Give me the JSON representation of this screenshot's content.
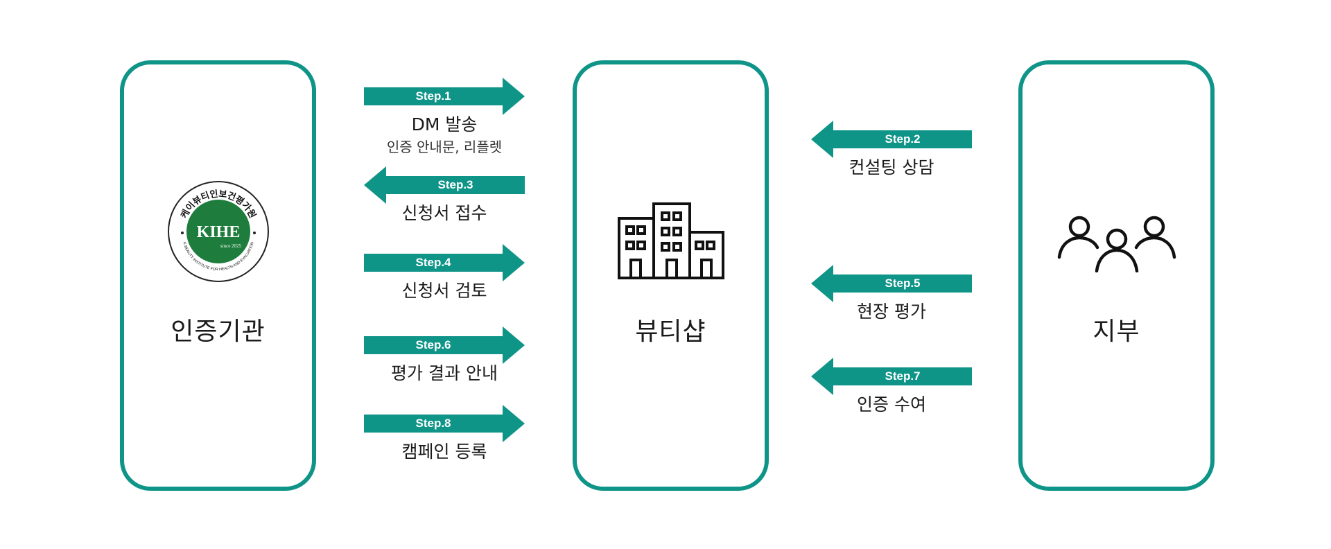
{
  "colors": {
    "teal": "#0f9488",
    "logo_green": "#1e7d3c",
    "text": "#1a1a1a"
  },
  "entities": {
    "certification_body": {
      "label": "인증기관",
      "icon": "kihe-logo"
    },
    "beauty_shop": {
      "label": "뷰티샵",
      "icon": "building-icon"
    },
    "branch": {
      "label": "지부",
      "icon": "people-group-icon"
    }
  },
  "logo": {
    "arc_top": "케이뷰티인보건평가원",
    "acronym": "KIHE",
    "since": "since 2025",
    "arc_bottom": "K-BEAUTY INSTITUTE FOR HEALTH AND EVALUATION"
  },
  "steps": [
    {
      "id": "step1",
      "step": "Step.1",
      "caption": "DM 발송",
      "subcaption": "인증 안내문, 리플렛",
      "direction": "right"
    },
    {
      "id": "step2",
      "step": "Step.2",
      "caption": "컨설팅 상담",
      "direction": "left"
    },
    {
      "id": "step3",
      "step": "Step.3",
      "caption": "신청서 접수",
      "direction": "left"
    },
    {
      "id": "step4",
      "step": "Step.4",
      "caption": "신청서 검토",
      "direction": "right"
    },
    {
      "id": "step5",
      "step": "Step.5",
      "caption": "현장 평가",
      "direction": "left"
    },
    {
      "id": "step6",
      "step": "Step.6",
      "caption": "평가 결과 안내",
      "direction": "right"
    },
    {
      "id": "step7",
      "step": "Step.7",
      "caption": "인증 수여",
      "direction": "left"
    },
    {
      "id": "step8",
      "step": "Step.8",
      "caption": "캠페인 등록",
      "direction": "right"
    }
  ]
}
